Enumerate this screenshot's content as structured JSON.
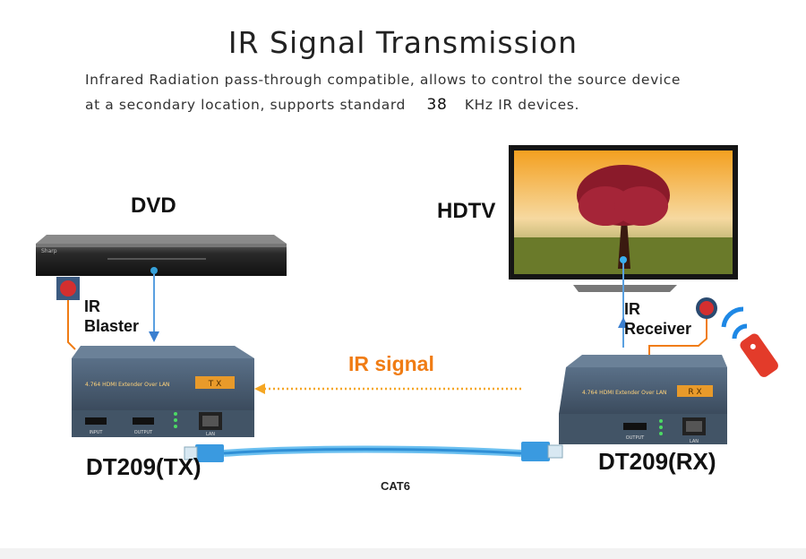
{
  "title": "IR Signal Transmission",
  "description": {
    "line1": "Infrared Radiation pass-through compatible, allows to control the source device",
    "line2_prefix": "at a secondary location, supports standard",
    "line2_value": "38",
    "line2_suffix": "KHz IR devices."
  },
  "labels": {
    "dvd": "DVD",
    "hdtv": "HDTV",
    "ir_blaster": [
      "IR",
      "Blaster"
    ],
    "ir_receiver": [
      "IR",
      "Receiver"
    ],
    "ir_signal": "IR signal",
    "tx": "DT209(TX)",
    "rx": "DT209(RX)",
    "cable": "CAT6"
  },
  "devices": {
    "tx_box": {
      "badge": "T X",
      "model_text": "4.764 HDMI Extender Over LAN",
      "ports": [
        "INPUT",
        "OUTPUT",
        "LAN"
      ]
    },
    "rx_box": {
      "badge": "R X",
      "model_text": "4.764 HDMI Extender Over LAN",
      "ports": [
        "OUTPUT",
        "LAN"
      ]
    }
  },
  "colors": {
    "ir_signal": "#f07c14",
    "cable": "#3aa0e0",
    "device_body": "#4a5d72",
    "badge": "#e89a2a",
    "ir_dot": "#d32f2f"
  }
}
